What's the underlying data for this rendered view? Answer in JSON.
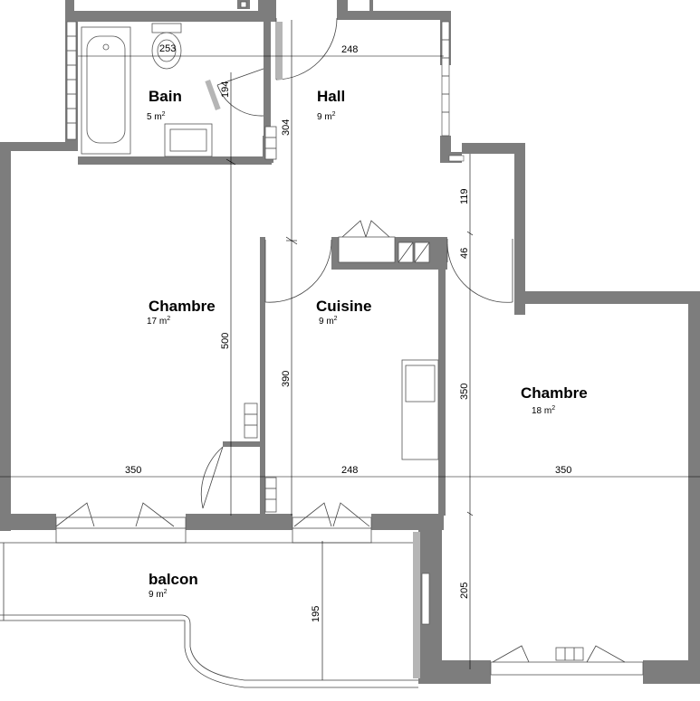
{
  "rooms": [
    {
      "name": "Bain",
      "area": "5 m",
      "area_sup": "2"
    },
    {
      "name": "Hall",
      "area": "9 m",
      "area_sup": "2"
    },
    {
      "name": "Chambre",
      "area": "17 m",
      "area_sup": "2"
    },
    {
      "name": "Cuisine",
      "area": "9 m",
      "area_sup": "2"
    },
    {
      "name": "Chambre",
      "area": "18 m",
      "area_sup": "2"
    },
    {
      "name": "balcon",
      "area": "9 m",
      "area_sup": "2"
    }
  ],
  "dimensions": {
    "d253": "253",
    "d248_top": "248",
    "d194": "194",
    "d304": "304",
    "d119": "119",
    "d46": "46",
    "d500": "500",
    "d390": "390",
    "d350_right_vertical": "350",
    "d350_left": "350",
    "d248_mid": "248",
    "d350_right": "350",
    "d205": "205",
    "d195": "195"
  }
}
